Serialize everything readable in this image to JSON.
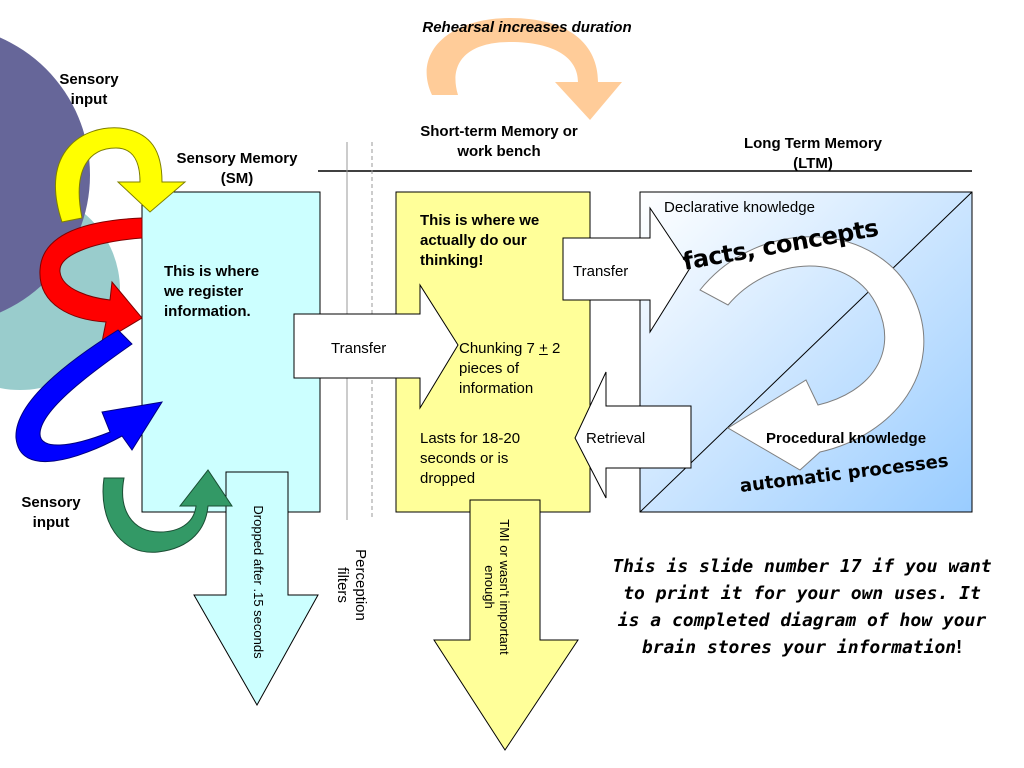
{
  "colors": {
    "sensory_box": "#ccffff",
    "short_term_box": "#ffff99",
    "ltm_gradient_start": "#ffffff",
    "ltm_gradient_end": "#99ccff",
    "rehearsal_arrow": "#ffcc99",
    "yellow_arrow": "#ffff00",
    "red_arrow": "#ff0000",
    "blue_arrow": "#0000ff",
    "green_arrow": "#339966",
    "decor_circle_dark": "#666699",
    "decor_circle_light": "#99cccc"
  },
  "rehearsal_label": "Rehearsal increases duration",
  "sensory_input_top": "Sensory input",
  "sensory_input_bottom": "Sensory input",
  "sensory_memory": {
    "title": "Sensory Memory (SM)",
    "body": "This is where we register information."
  },
  "short_term": {
    "title": "Short-term Memory or work bench",
    "thinking": "This is where we actually do our thinking!",
    "chunking_prefix": "Chunking 7 ",
    "chunking_plusminus": "+",
    "chunking_suffix": "2 pieces of information",
    "lasts": "Lasts for 18-20 seconds or is dropped"
  },
  "long_term": {
    "title": "Long Term Memory (LTM)",
    "declarative": "Declarative knowledge",
    "facts": "facts, concepts",
    "procedural": "Procedural knowledge",
    "automatic": "automatic processes"
  },
  "arrows": {
    "transfer_sm_st": "Transfer",
    "transfer_st_ltm": "Transfer",
    "retrieval": "Retrieval",
    "dropped": "Dropped after .15 seconds",
    "tmi": "TMI or wasn't important enough"
  },
  "perception_filters": "Perception filters",
  "note_text": "This is slide number 17 if you want to print it for your own uses.  It is a completed diagram of how your brain stores your information",
  "note_tail": "!"
}
